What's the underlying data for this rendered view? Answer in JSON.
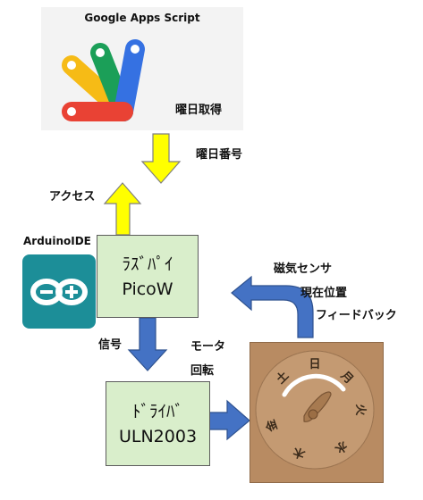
{
  "gas": {
    "title": "Google Apps Script",
    "action": "曜日取得",
    "logo_colors": [
      "#f6bb16",
      "#1b9f58",
      "#3571e2",
      "#e94234"
    ]
  },
  "edges": {
    "weekday_number": "曜日番号",
    "access": "アクセス",
    "signal": "信号",
    "motor_line1": "モータ",
    "motor_line2": "回転",
    "sensor_line1": "磁気センサ",
    "sensor_line2": "現在位置",
    "sensor_line3": "フィードバック"
  },
  "arduino": {
    "title": "ArduinoIDE",
    "tile_color": "#1c8e98"
  },
  "pico": {
    "line1": "ﾗｽﾞﾊﾟｲ",
    "line2": "PicoW"
  },
  "driver": {
    "line1": "ﾄﾞﾗｲﾊﾞ",
    "line2": "ULN2003"
  },
  "dial": {
    "labels": [
      "日",
      "月",
      "火",
      "水",
      "木",
      "金",
      "土"
    ],
    "accent": "#ffffff"
  },
  "colors": {
    "yellow_arrow": "#ffff00",
    "blue_arrow": "#4472c4",
    "box_fill": "#d9eecb"
  }
}
